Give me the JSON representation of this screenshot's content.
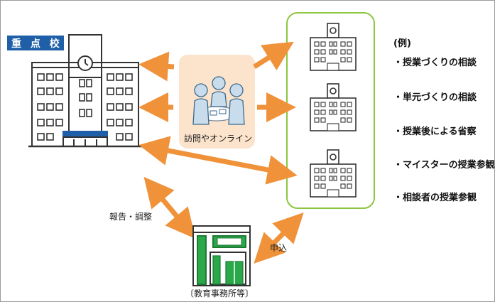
{
  "school": {
    "badge": "重 点 校"
  },
  "meeting": {
    "label": "訪問やオンライン"
  },
  "examples": {
    "title": "(例)",
    "items": [
      "・授業づくりの相談",
      "・単元づくりの相談",
      "・授業後による省察",
      "・マイスターの授業参観",
      "・相談者の授業参観"
    ]
  },
  "labels": {
    "report": "報告・調整",
    "apply": "申込",
    "office": "〔教育事務所等〕"
  },
  "colors": {
    "arrow": "#f0923a",
    "badge": "#1f5fa8",
    "panel_border": "#8cc63f",
    "meeting_bg": "#fbe3cc",
    "office_green": "#2aa84a"
  },
  "icons": [
    "school-building-icon",
    "meeting-people-icon",
    "office-building-icon"
  ]
}
